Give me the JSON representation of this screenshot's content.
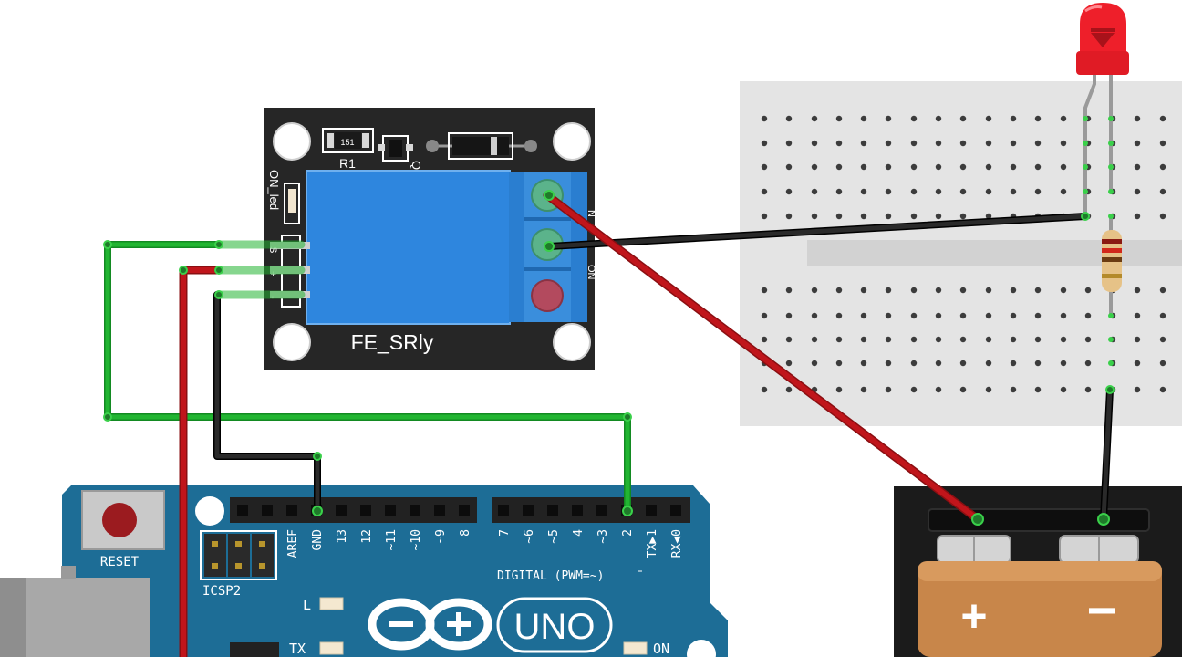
{
  "relay": {
    "name": "FE_SRly",
    "resistor_ref": "R1",
    "resistor_code": "151",
    "transistor_ref": "Q1",
    "led_label": "ON_led",
    "pin_labels": [
      "S",
      "+",
      "-"
    ],
    "terminal_labels": [
      "N",
      "ON"
    ]
  },
  "arduino": {
    "reset_label": "RESET",
    "icsp_label": "ICSP2",
    "digital_label": "DIGITAL (PWM=~)",
    "led_l": "L",
    "led_tx": "TX",
    "led_on": "ON",
    "model": "UNO",
    "header_left": [
      "AREF",
      "GND",
      "13",
      "12",
      "~11",
      "~10",
      "~9",
      "8"
    ],
    "header_right": [
      "7",
      "~6",
      "~5",
      "4",
      "~3",
      "2",
      "TX▶1",
      "RX◀0"
    ]
  },
  "battery": {
    "plus": "+",
    "minus": "−"
  },
  "colors": {
    "relay_board": "#262626",
    "relay_body": "#2e86de",
    "terminal_block": "#2a7ed0",
    "arduino_board": "#1d6d96",
    "breadboard": "#e4e4e4",
    "battery_case": "#1b1b1b",
    "battery_body": "#c8864a",
    "wire_green": "#22b532",
    "wire_red": "#c0151b",
    "wire_black": "#1e1e1e",
    "led_red": "#ee1f2a"
  }
}
